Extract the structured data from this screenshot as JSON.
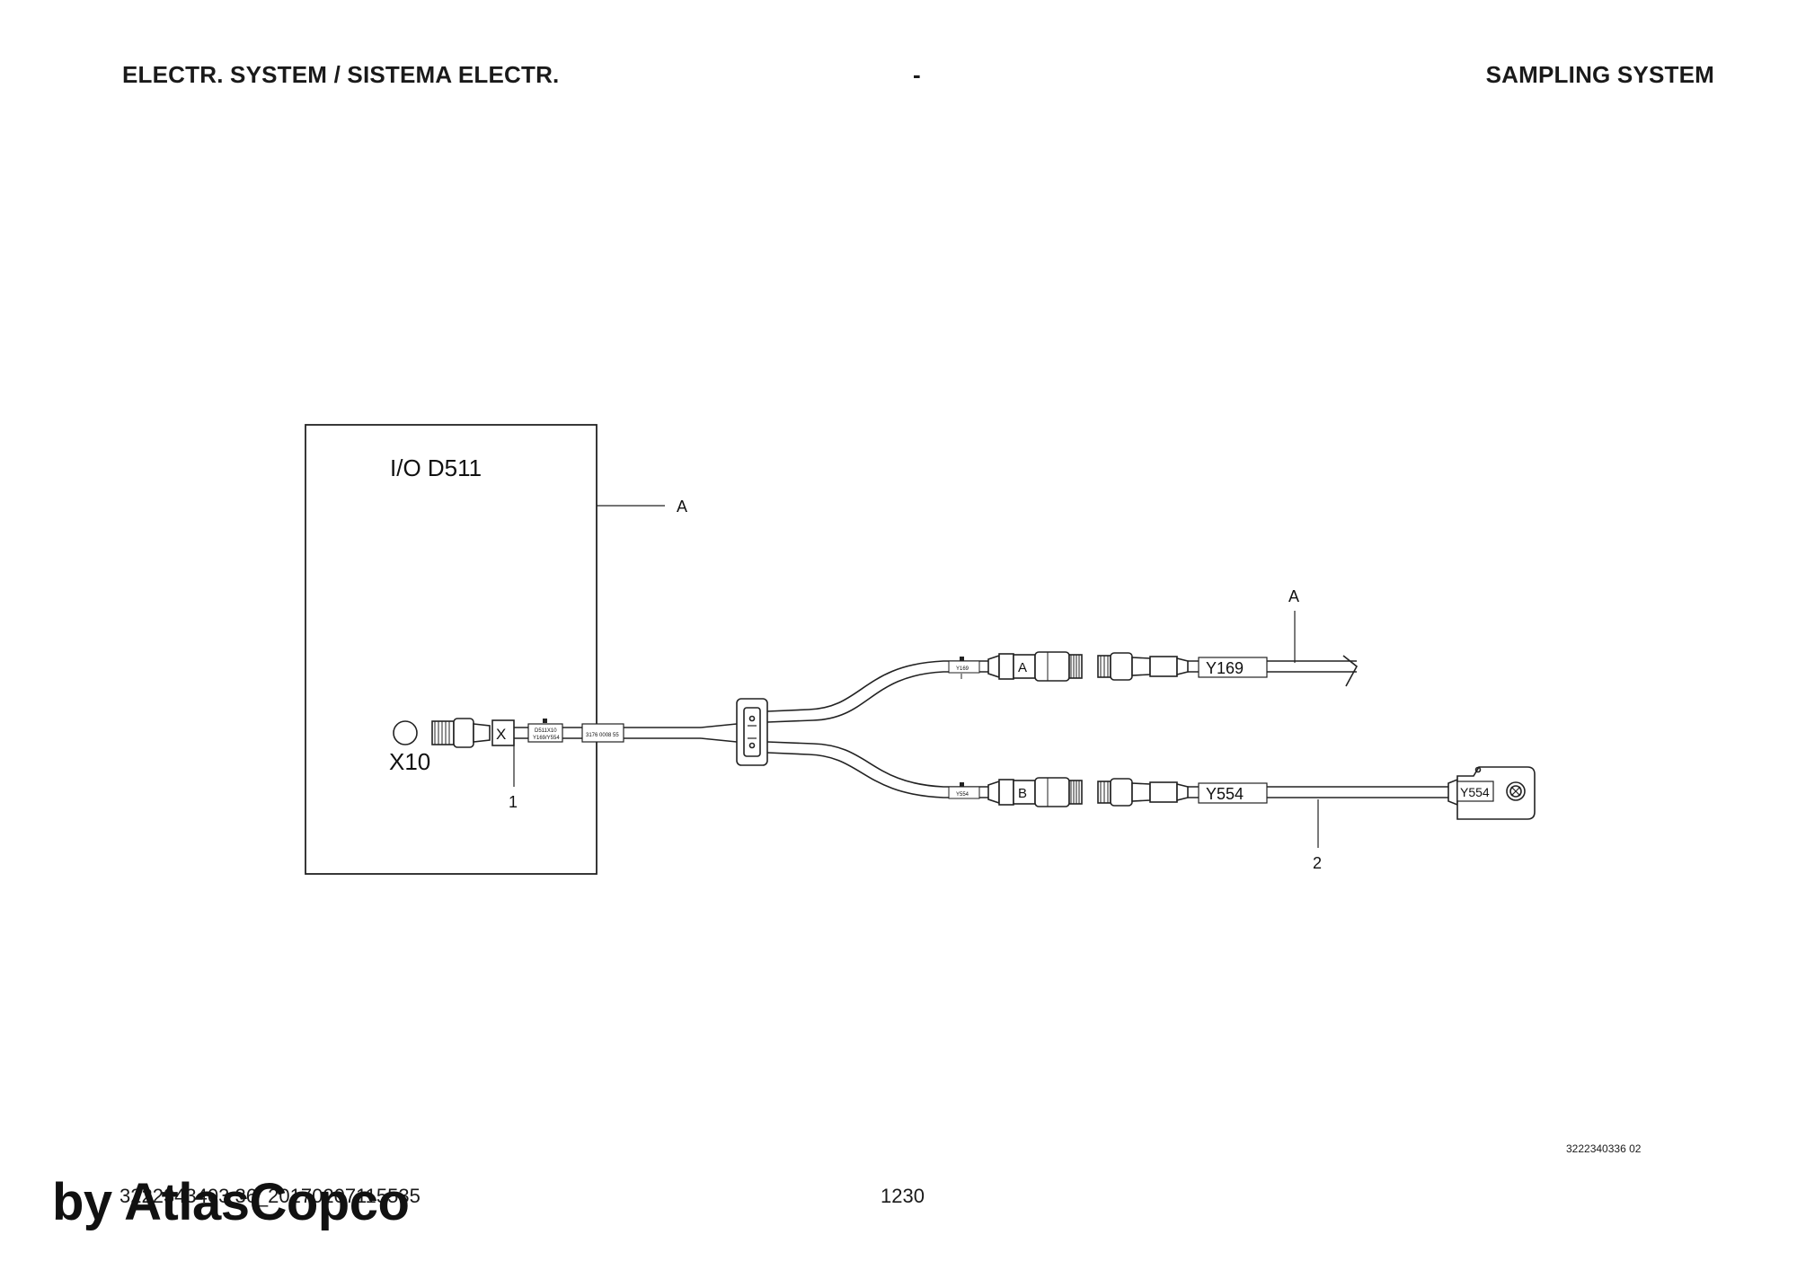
{
  "header": {
    "left": "ELECTR. SYSTEM / SISTEMA ELECTR.",
    "middle": "-",
    "right": "SAMPLING SYSTEM"
  },
  "diagram": {
    "box_title": "I/O D511",
    "connector_label": "X10",
    "callout_a_box": "A",
    "callout_a_cable": "A",
    "item_1": "1",
    "item_2": "2",
    "plug_x": "X",
    "sleeve_label_1": "D511X10",
    "sleeve_label_2": "Y169/Y554",
    "sleeve_part": "3176 0008 55",
    "branch_a_tiny": "Y169",
    "branch_b_tiny": "Y554",
    "branch_a_letter": "A",
    "branch_b_letter": "B",
    "cable_y169": "Y169",
    "cable_y554": "Y554",
    "valve_label": "Y554"
  },
  "footer": {
    "drawing_number": "3222340336 02",
    "doc_ref": "3222343403 36_20170207115535",
    "page_number": "1230",
    "watermark": "by AtlasCopco"
  }
}
